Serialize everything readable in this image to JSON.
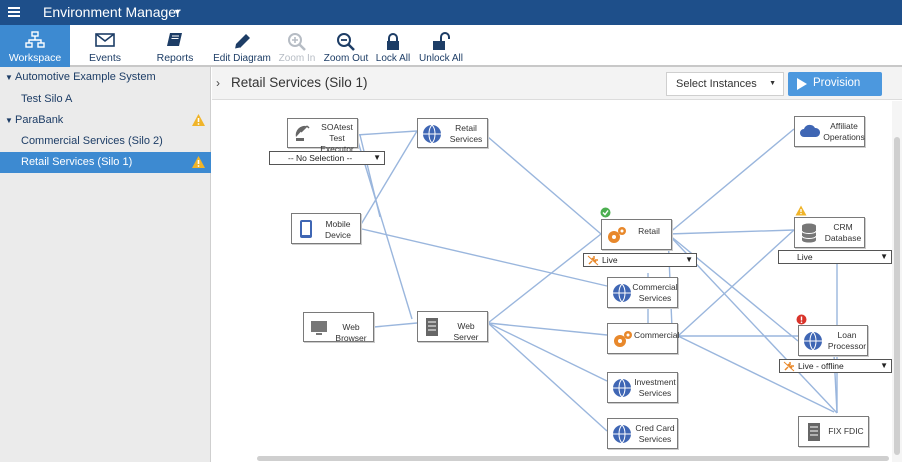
{
  "app": {
    "title": "Environment Manager"
  },
  "nav_tabs": [
    {
      "label": "Workspace",
      "icon": "workspace-icon"
    },
    {
      "label": "Events",
      "icon": "envelope-icon"
    },
    {
      "label": "Reports",
      "icon": "book-icon"
    }
  ],
  "toolbar": {
    "edit_diagram": "Edit Diagram",
    "zoom_in": "Zoom In",
    "zoom_out": "Zoom Out",
    "lock_all": "Lock All",
    "unlock_all": "Unlock All"
  },
  "sidebar": {
    "items": [
      {
        "label": "Automotive Example System",
        "level": 0,
        "expanded": true
      },
      {
        "label": "Test Silo A",
        "level": 1
      },
      {
        "label": "ParaBank",
        "level": 0,
        "expanded": true,
        "warning": true
      },
      {
        "label": "Commercial Services (Silo 2)",
        "level": 1
      },
      {
        "label": "Retail Services (Silo 1)",
        "level": 1,
        "selected": true,
        "warning": true
      }
    ]
  },
  "content": {
    "title": "Retail Services (Silo 1)",
    "select_instances": "Select Instances",
    "provision": "Provision"
  },
  "diagram": {
    "nodes": {
      "soatest": "SOAtest Test\nExecutor",
      "retail_services": "Retail\nServices",
      "mobile": "Mobile\nDevice",
      "web_browser": "Web Browser",
      "web_server": "Web Server",
      "retail": "Retail",
      "commercial_services": "Commercial\nServices",
      "commercial": "Commercial",
      "investment": "Investment\nServices",
      "cred_card": "Cred Card\nServices",
      "affiliate": "Affiliate\nOperations",
      "crm": "CRM\nDatabase",
      "loan": "Loan\nProcessor",
      "fix_fdic": "FIX FDIC"
    },
    "dropdowns": {
      "soatest": "-- No Selection --",
      "retail": "Live",
      "crm": "Live",
      "loan": "Live - offline"
    },
    "colors": {
      "accent": "#3d8ad1",
      "topbar": "#1e4f8a",
      "edge": "#9ab6dd",
      "warning": "#f0b429",
      "error": "#d9342b",
      "ok": "#4caf50"
    }
  }
}
